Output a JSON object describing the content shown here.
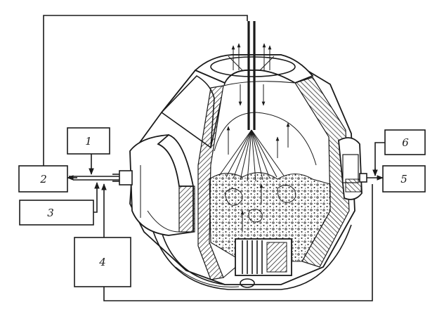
{
  "diagram": {
    "box_labels": {
      "b1": "1",
      "b2": "2",
      "b3": "3",
      "b4": "4",
      "b5": "5",
      "b6": "6"
    },
    "colors": {
      "ink": "#1a1a1a",
      "paper": "#ffffff"
    }
  }
}
